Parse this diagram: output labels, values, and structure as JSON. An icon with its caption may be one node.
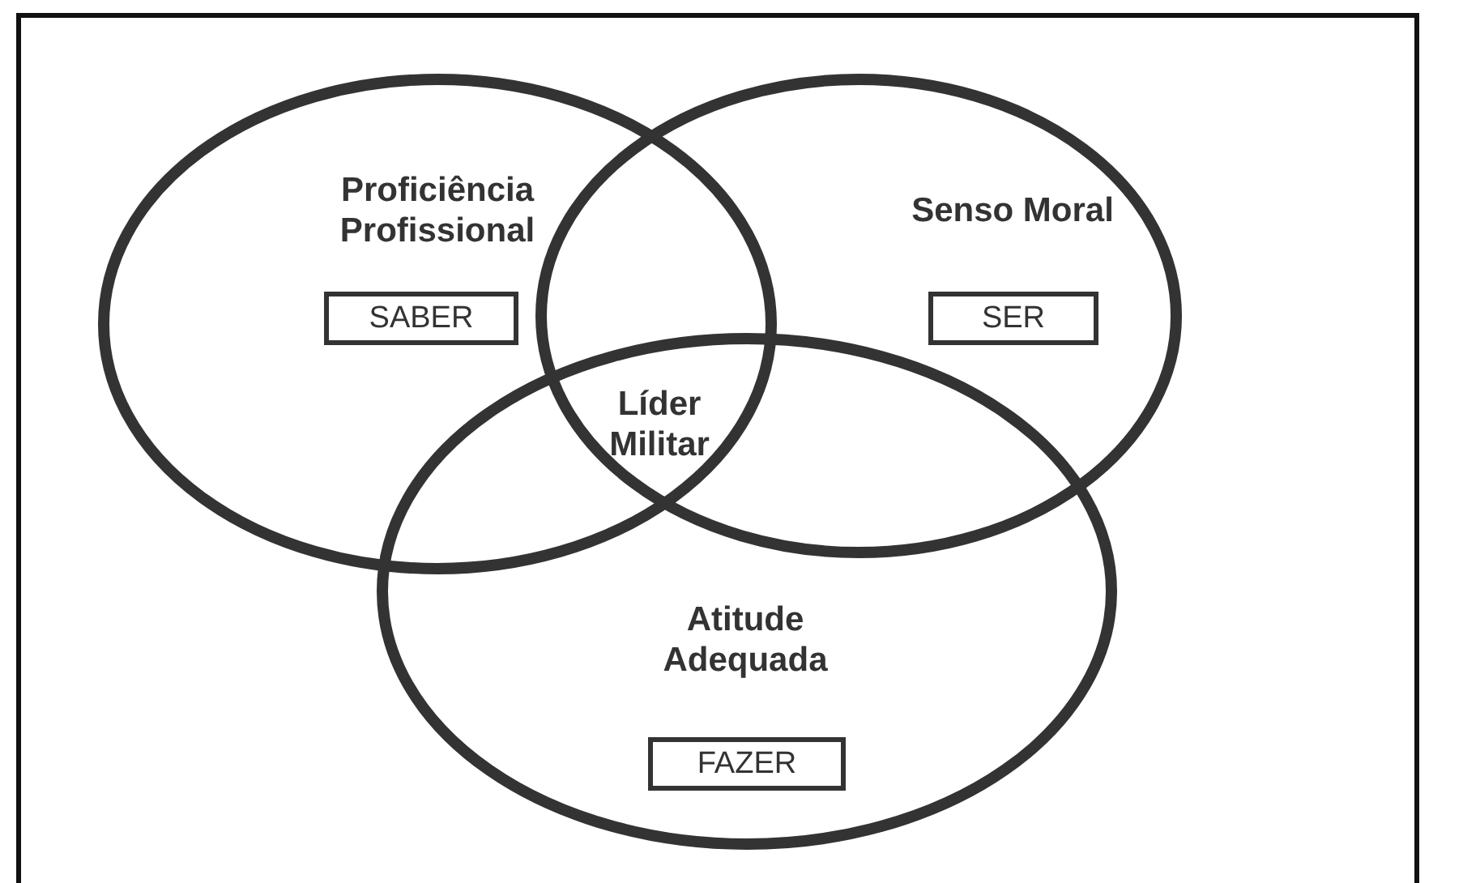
{
  "diagram": {
    "nodes": [
      {
        "text": [
          "Proficiência Profissional"
        ]
      },
      {
        "text": [
          "SABER"
        ],
        "in": 0
      },
      {
        "text": [
          "Senso Moral"
        ]
      },
      {
        "text": [
          "SER"
        ],
        "in": 2
      },
      {
        "text": [
          "Atitude Adequada"
        ]
      },
      {
        "text": [
          "FAZER"
        ],
        "in": 4
      }
    ],
    "edges": [],
    "labels": [
      "Líder Militar"
    ]
  }
}
